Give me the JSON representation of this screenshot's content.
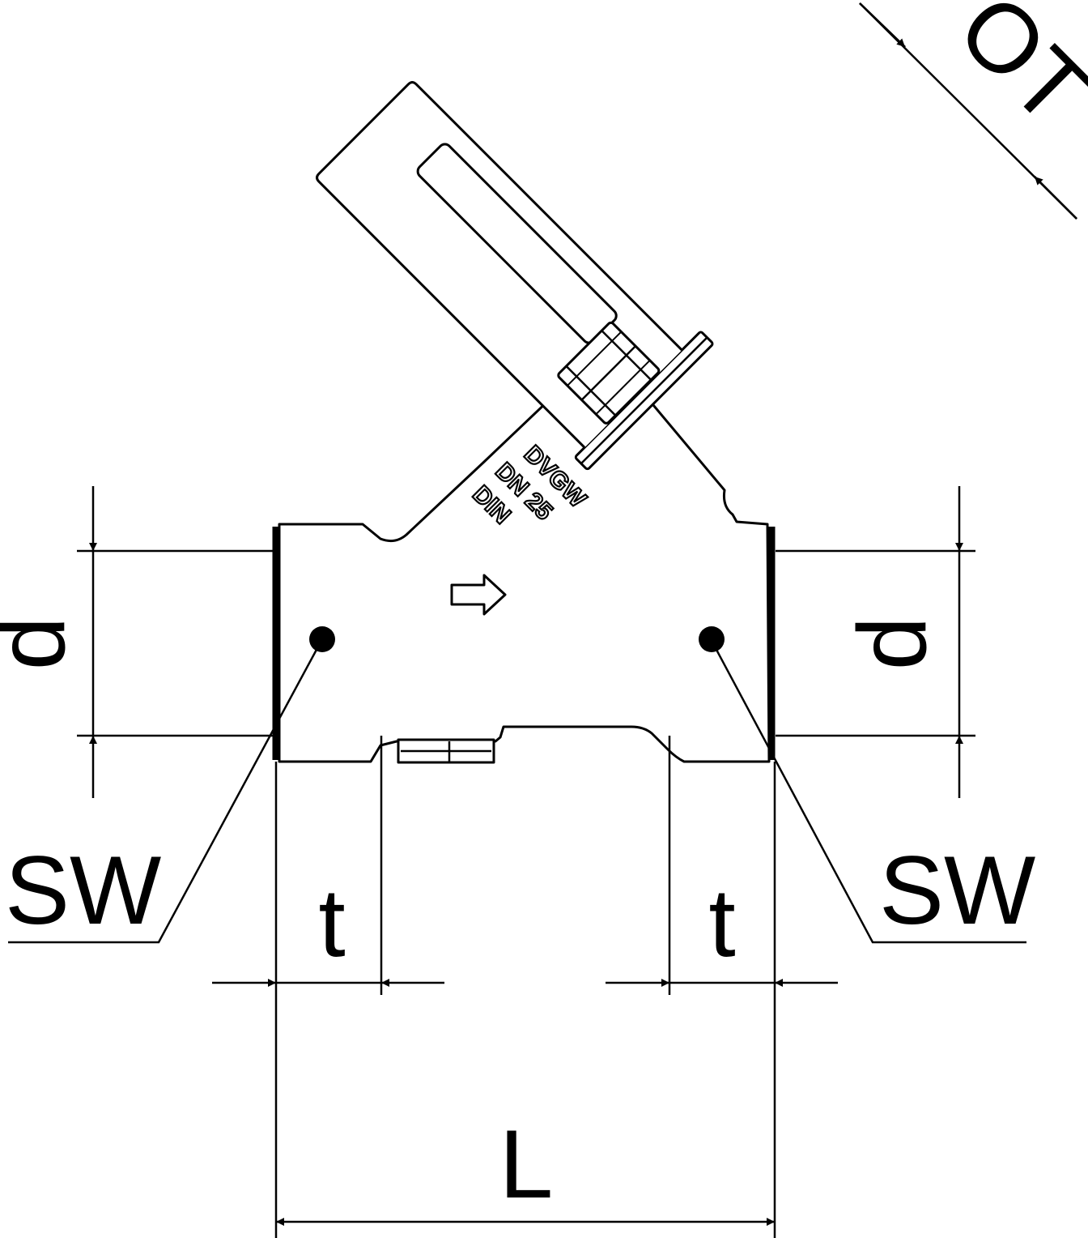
{
  "drawing": {
    "body_marking": {
      "line1": "DVGW",
      "line2": "DN 25",
      "line3": "DIN"
    },
    "dimensions": {
      "outlet_to_top": "OT",
      "diameter_left": "d",
      "diameter_right": "d",
      "wrench_size_left": "SW",
      "wrench_size_right": "SW",
      "insertion_depth_left": "t",
      "insertion_depth_right": "t",
      "overall_length": "L"
    }
  }
}
